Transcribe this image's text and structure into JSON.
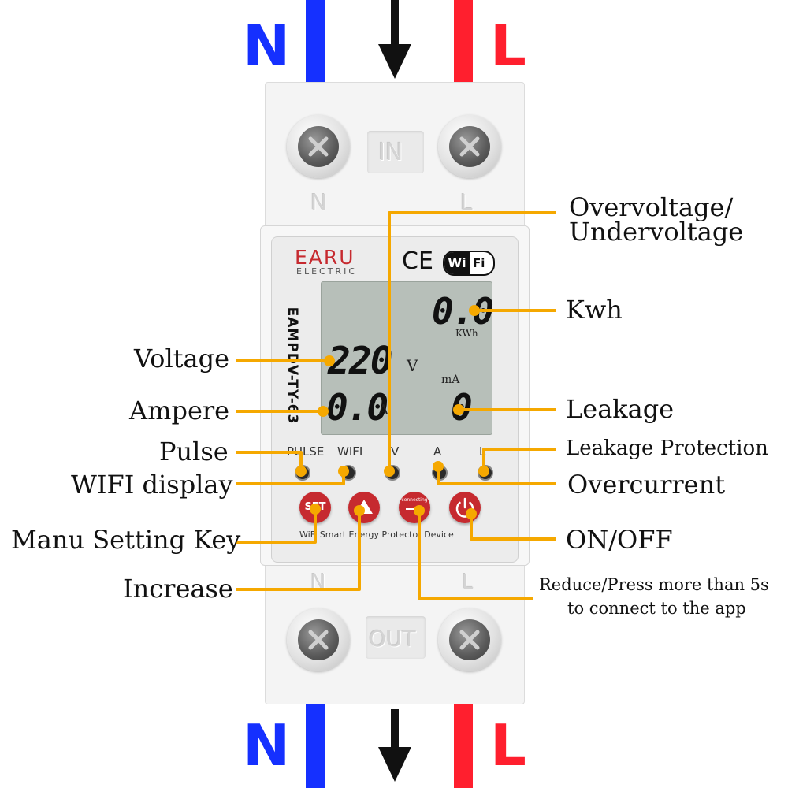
{
  "wires": {
    "neutral_letter": "N",
    "live_letter": "L",
    "neutral_color": "#1530ff",
    "live_color": "#ff1f2e",
    "arrow_color": "#111111"
  },
  "device": {
    "brand": "EARU",
    "brand_sub": "ELECTRIC",
    "ce_mark": "CE",
    "wifi_badge_wi": "Wi",
    "wifi_badge_fi": "Fi",
    "model": "EAMPDV-TY-63",
    "top_slot": "IN",
    "bottom_slot": "OUT",
    "top_left_terminal": "N",
    "top_right_terminal": "L",
    "bottom_left_terminal": "N",
    "bottom_right_terminal": "L",
    "footer_text": "WiFi Smart Energy Protector Device",
    "accent_color": "#c62a2f"
  },
  "lcd": {
    "kwh_value": "0.0",
    "kwh_unit": "KWh",
    "voltage_value": "220",
    "voltage_unit": "V",
    "current_value": "0.0",
    "current_unit": "A",
    "leak_value": "0",
    "leak_unit": "mA"
  },
  "indicators": {
    "pulse": "PULSE",
    "wifi": "WIFI",
    "v": "V",
    "a": "A",
    "l": "L"
  },
  "buttons": {
    "set": "SET",
    "up_icon": "triangle-up-icon",
    "connecting": "connecting",
    "power_icon": "power-icon"
  },
  "callouts": {
    "overvoltage_line1": "Overvoltage/",
    "overvoltage_line2": "Undervoltage",
    "kwh": "Kwh",
    "voltage": "Voltage",
    "ampere": "Ampere",
    "leakage": "Leakage",
    "pulse": "Pulse",
    "leakage_protection": "Leakage Protection",
    "wifi_display": "WIFI display",
    "overcurrent": "Overcurrent",
    "manu_setting_key": "Manu Setting Key",
    "on_off": "ON/OFF",
    "increase": "Increase",
    "reduce_line1": "Reduce/Press more than 5s",
    "reduce_line2": "to connect to the app",
    "line_color": "#f5a800"
  }
}
